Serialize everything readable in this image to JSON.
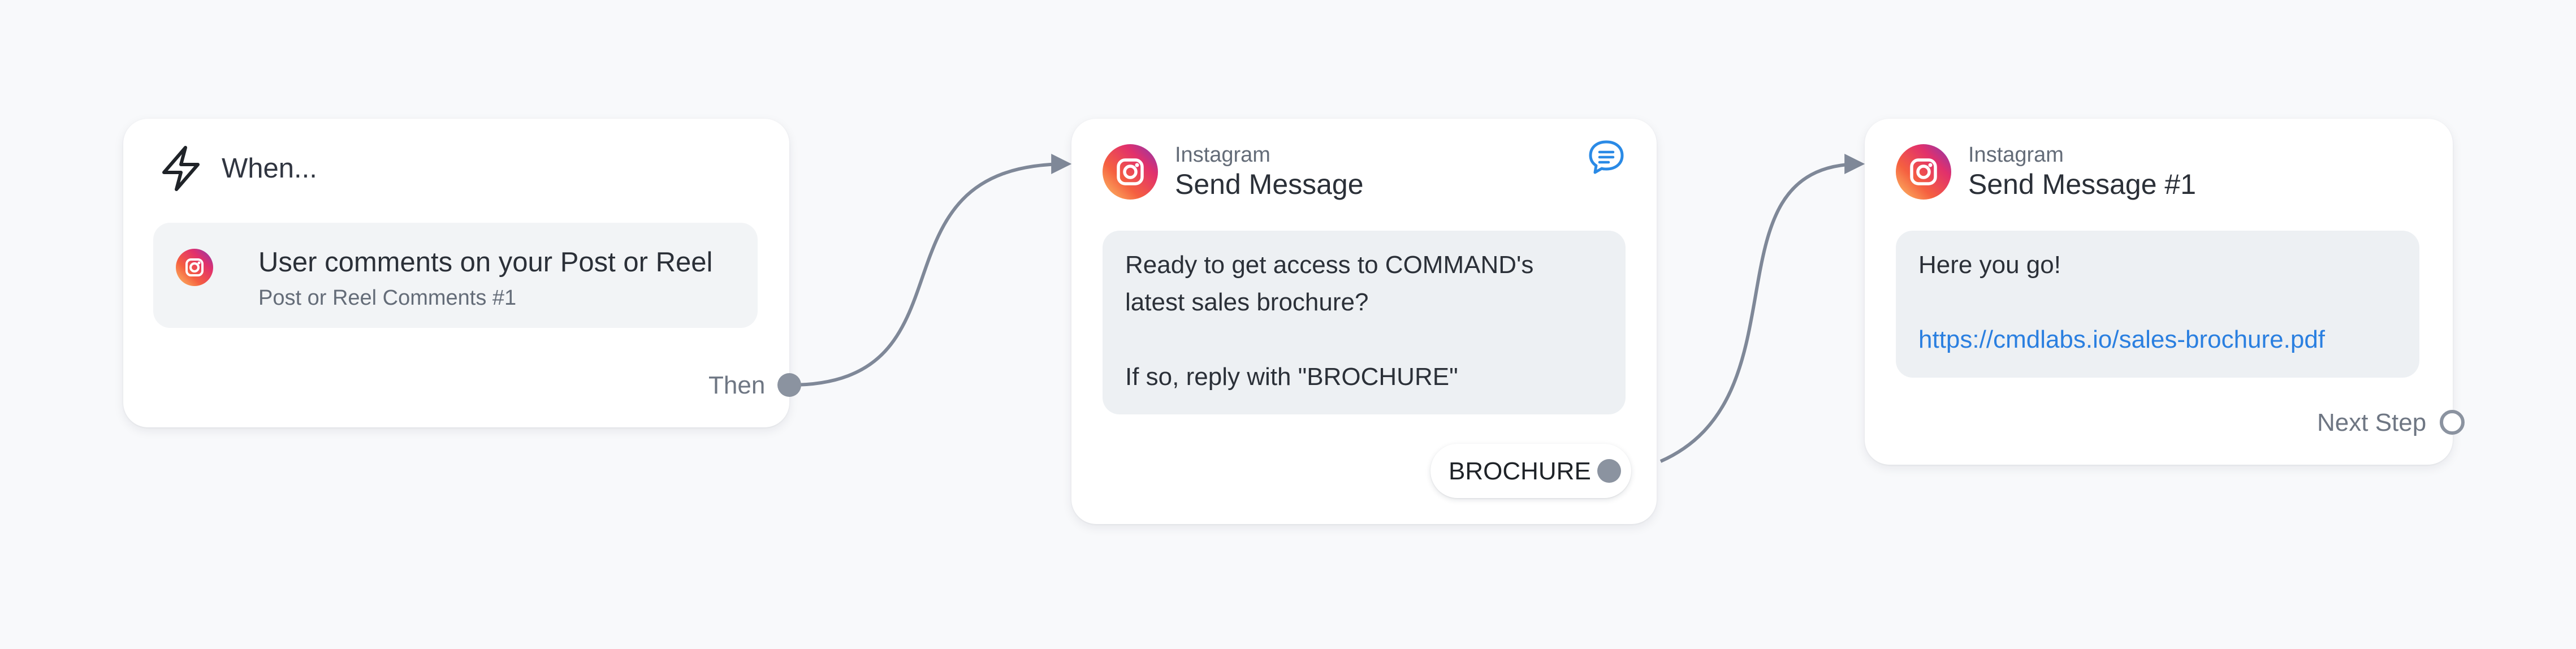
{
  "trigger": {
    "title": "When...",
    "event_title": "User comments on your Post or Reel",
    "event_subtitle": "Post or Reel Comments #1",
    "port_label": "Then",
    "icon": "lightning-bolt-icon"
  },
  "send_message_1": {
    "app": "Instagram",
    "title": "Send Message",
    "icon": "instagram-icon",
    "chat_icon": "chat-bubble-icon",
    "message_lines": [
      "Ready to get access to COMMAND's",
      "latest sales brochure?",
      "",
      "If so, reply with \"BROCHURE\""
    ],
    "button_label": "BROCHURE"
  },
  "send_message_2": {
    "app": "Instagram",
    "title": "Send Message #1",
    "icon": "instagram-icon",
    "message_text": "Here you go!",
    "message_link": "https://cmdlabs.io/sales-brochure.pdf",
    "port_label": "Next Step"
  },
  "colors": {
    "background": "#f8f9fb",
    "edge": "#7f8898",
    "port": "#8b93a0",
    "link": "#2a7fe0",
    "chat_icon": "#2a8ae6"
  }
}
